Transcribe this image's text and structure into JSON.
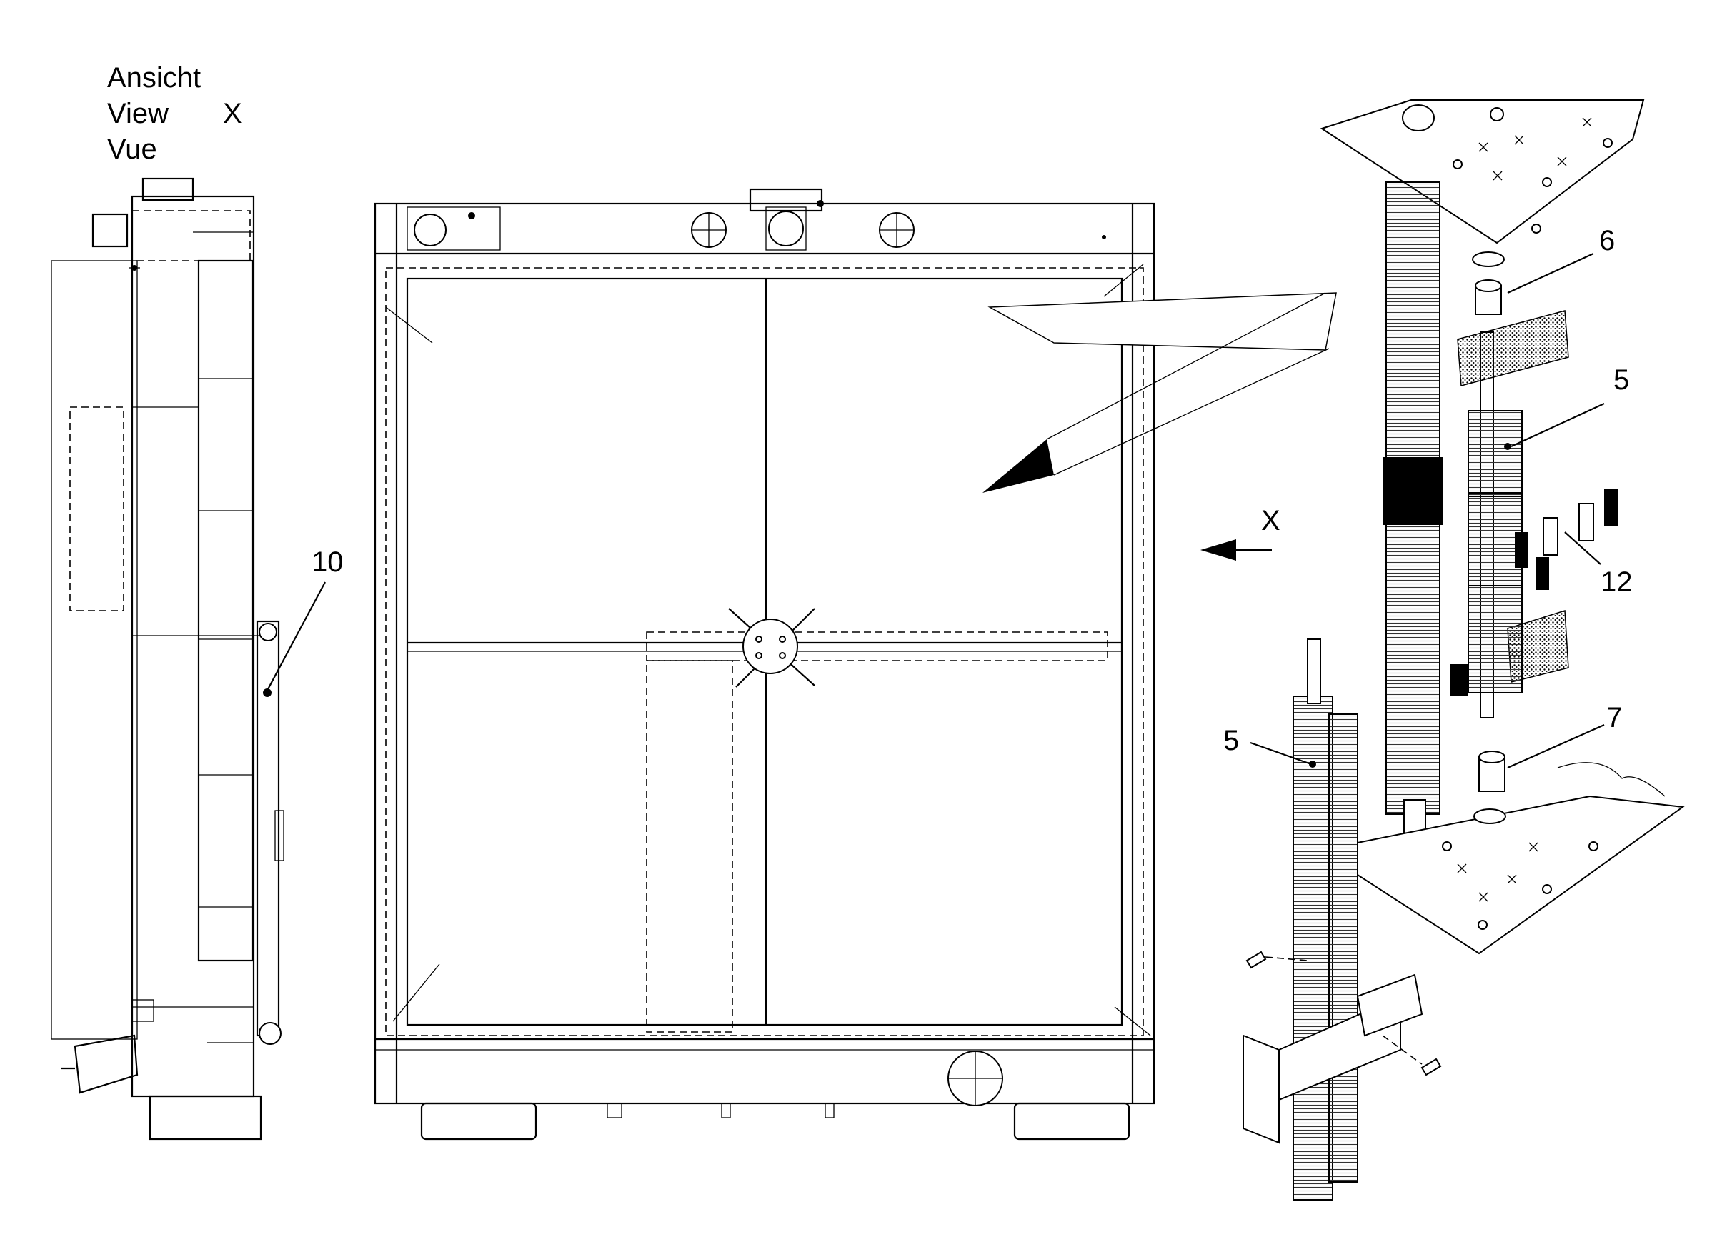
{
  "view_heading": {
    "line1": "Ansicht",
    "line2": "View",
    "line3": "Vue",
    "view_letter": "X"
  },
  "direction_marker": "X",
  "callouts": {
    "side_part": "10",
    "upper_cap": "6",
    "upper_block": "5",
    "spacer": "12",
    "lower_cap": "7",
    "tube_bundle": "5"
  }
}
